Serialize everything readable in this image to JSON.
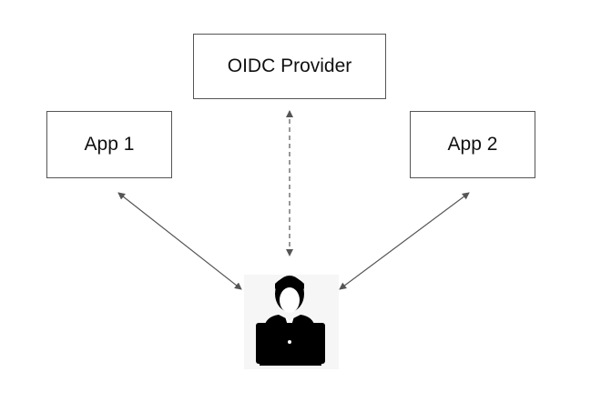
{
  "nodes": {
    "provider": "OIDC Provider",
    "app1": "App 1",
    "app2": "App 2"
  },
  "user_icon": "user-at-laptop-icon"
}
